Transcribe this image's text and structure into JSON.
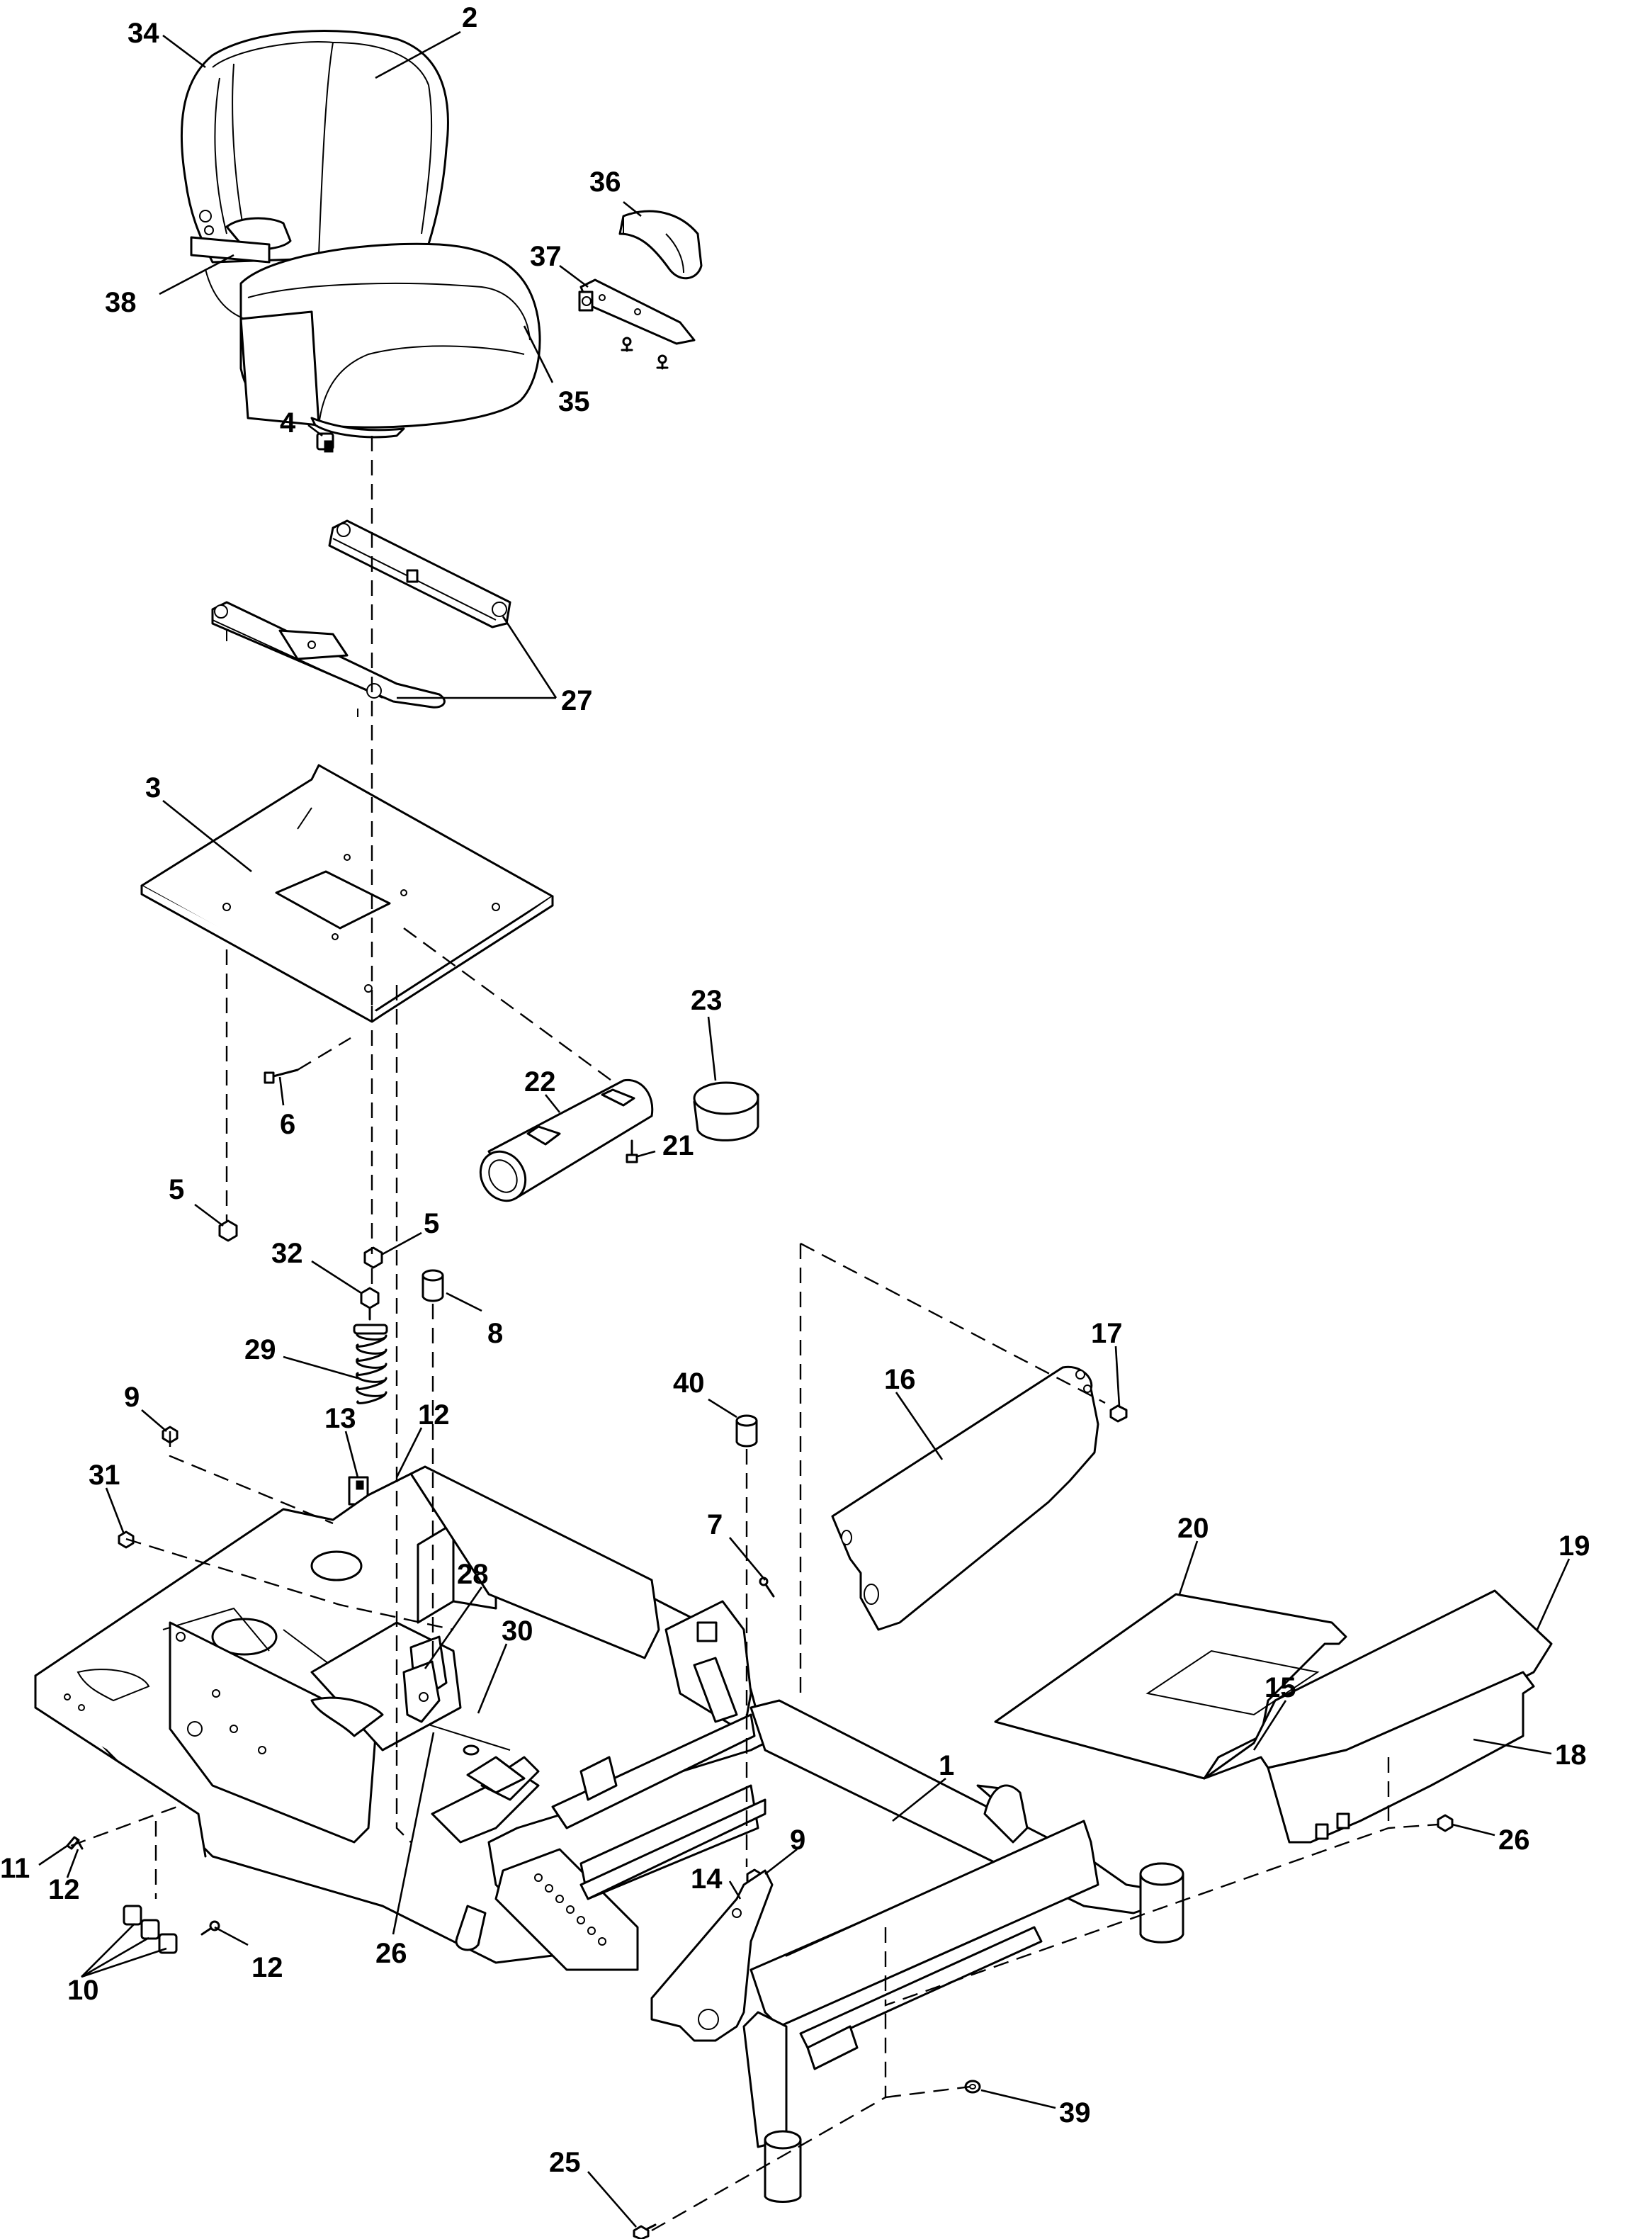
{
  "diagram": {
    "type": "exploded-parts-view",
    "callouts": [
      {
        "id": "c1",
        "label": "1"
      },
      {
        "id": "c2",
        "label": "2"
      },
      {
        "id": "c3",
        "label": "3"
      },
      {
        "id": "c4",
        "label": "4"
      },
      {
        "id": "c5a",
        "label": "5"
      },
      {
        "id": "c5b",
        "label": "5"
      },
      {
        "id": "c6",
        "label": "6"
      },
      {
        "id": "c7",
        "label": "7"
      },
      {
        "id": "c8",
        "label": "8"
      },
      {
        "id": "c9a",
        "label": "9"
      },
      {
        "id": "c9b",
        "label": "9"
      },
      {
        "id": "c10",
        "label": "10"
      },
      {
        "id": "c11",
        "label": "11"
      },
      {
        "id": "c12a",
        "label": "12"
      },
      {
        "id": "c12b",
        "label": "12"
      },
      {
        "id": "c12c",
        "label": "12"
      },
      {
        "id": "c13",
        "label": "13"
      },
      {
        "id": "c14",
        "label": "14"
      },
      {
        "id": "c15",
        "label": "15"
      },
      {
        "id": "c16",
        "label": "16"
      },
      {
        "id": "c17",
        "label": "17"
      },
      {
        "id": "c18",
        "label": "18"
      },
      {
        "id": "c19",
        "label": "19"
      },
      {
        "id": "c20",
        "label": "20"
      },
      {
        "id": "c21",
        "label": "21"
      },
      {
        "id": "c22",
        "label": "22"
      },
      {
        "id": "c23",
        "label": "23"
      },
      {
        "id": "c25",
        "label": "25"
      },
      {
        "id": "c26a",
        "label": "26"
      },
      {
        "id": "c26b",
        "label": "26"
      },
      {
        "id": "c27",
        "label": "27"
      },
      {
        "id": "c28",
        "label": "28"
      },
      {
        "id": "c29",
        "label": "29"
      },
      {
        "id": "c30",
        "label": "30"
      },
      {
        "id": "c31",
        "label": "31"
      },
      {
        "id": "c32",
        "label": "32"
      },
      {
        "id": "c34",
        "label": "34"
      },
      {
        "id": "c35",
        "label": "35"
      },
      {
        "id": "c36",
        "label": "36"
      },
      {
        "id": "c37",
        "label": "37"
      },
      {
        "id": "c38",
        "label": "38"
      },
      {
        "id": "c39",
        "label": "39"
      },
      {
        "id": "c40",
        "label": "40"
      }
    ]
  }
}
